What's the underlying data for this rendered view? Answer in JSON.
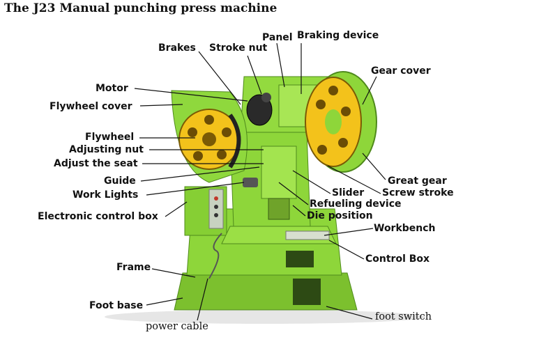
{
  "title": "The J23 Manual punching press machine",
  "labels": {
    "brakes": "Brakes",
    "stroke_nut": "Stroke nut",
    "panel": "Panel",
    "braking_device": "Braking device",
    "gear_cover": "Gear cover",
    "motor": "Motor",
    "flywheel_cover": "Flywheel cover",
    "flywheel": "Flywheel",
    "adjusting_nut": "Adjusting nut",
    "adjust_seat": "Adjust the seat",
    "guide": "Guide",
    "work_lights": "Work Lights",
    "electronic_control_box": "Electronic control box",
    "great_gear": "Great gear",
    "slider": "Slider",
    "screw_stroke": "Screw stroke",
    "refueling_device": "Refueling device",
    "die_position": "Die position",
    "workbench": "Workbench",
    "control_box": "Control Box",
    "frame": "Frame",
    "foot_base": "Foot base",
    "power_cable": "power cable",
    "foot_switch": "foot switch"
  },
  "colors": {
    "machine_green": "#8ed63a",
    "machine_dark": "#5e9f23",
    "flywheel_yellow": "#f3c21b",
    "text": "#111111"
  }
}
